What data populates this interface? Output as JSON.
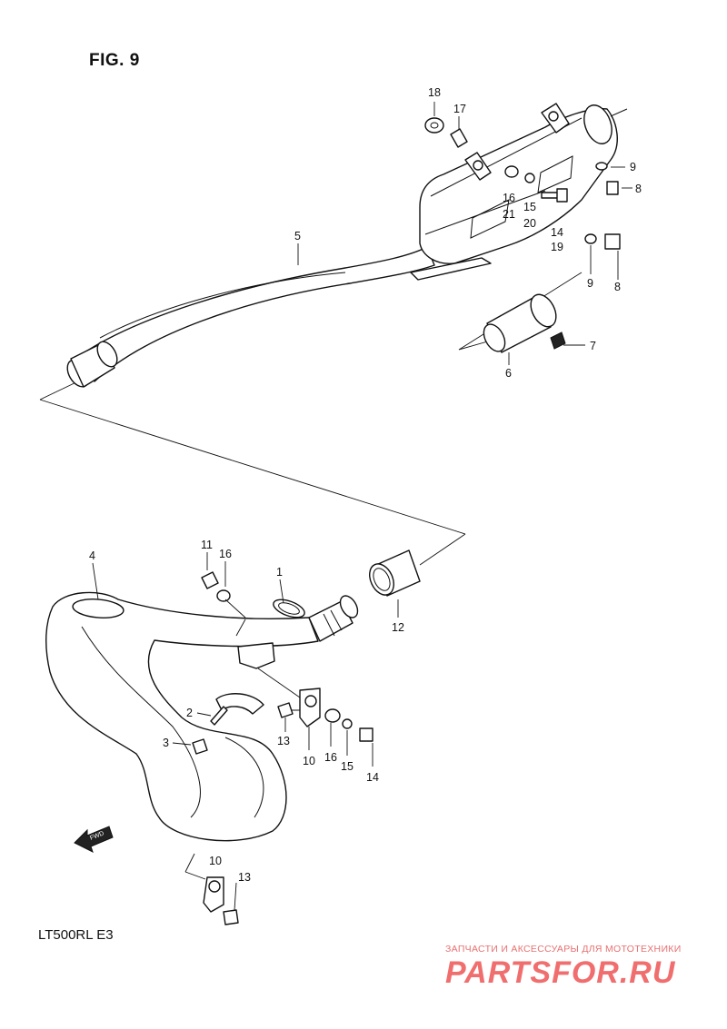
{
  "figure": {
    "title": "FIG. 9",
    "model": "LT500RL  E3"
  },
  "watermark": {
    "tagline": "ЗАПЧАСТИ И АКСЕССУАРЫ ДЛЯ МОТОТЕХНИКИ",
    "logo": "PARTSFOR.RU"
  },
  "callouts": {
    "c18": "18",
    "c17": "17",
    "c9a": "9",
    "c8a": "8",
    "c16a": "16",
    "c15a": "15",
    "c21": "21",
    "c20": "20",
    "c14a": "14",
    "c19": "19",
    "c9b": "9",
    "c8b": "8",
    "c5": "5",
    "c7": "7",
    "c6": "6",
    "c11": "11",
    "c16b": "16",
    "c1": "1",
    "c4": "4",
    "c12": "12",
    "c2": "2",
    "c3": "3",
    "c13a": "13",
    "c10a": "10",
    "c16c": "16",
    "c15b": "15",
    "c14b": "14",
    "c10b": "10",
    "c13b": "13",
    "fwd": "FWD"
  }
}
